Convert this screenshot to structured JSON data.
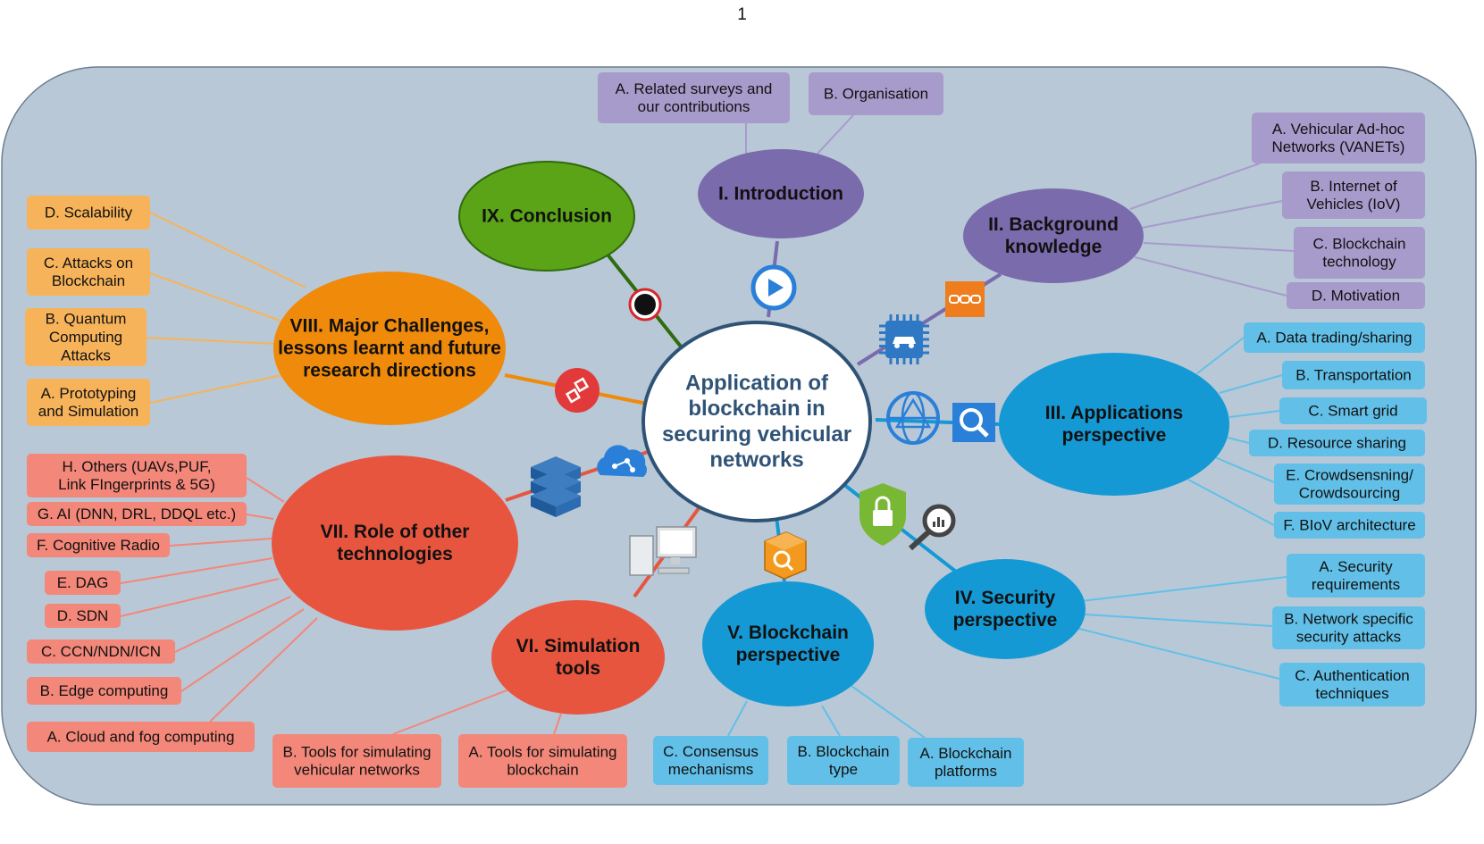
{
  "page_number": "1",
  "colors": {
    "background": "#b8c8d6",
    "frame_stroke": "#6b7d92",
    "center_fill": "#ffffff",
    "center_stroke": "#2f5377",
    "center_text": "#2f5377",
    "purple_node": "#7a6bac",
    "purple_box": "#a79bcb",
    "orange_node": "#f08a0b",
    "orange_box": "#f7b35a",
    "red_node": "#e8553f",
    "red_box": "#f3877a",
    "blue_node": "#1599d4",
    "blue_box": "#62c0e8",
    "green_node": "#5ba417",
    "green_stroke": "#2f6b0f"
  },
  "center": {
    "label": [
      "Application of",
      "blockchain in",
      "securing vehicular",
      "networks"
    ]
  },
  "sections": [
    {
      "id": "introduction",
      "label": [
        "I. Introduction"
      ],
      "color": "purple",
      "items": [
        {
          "label": [
            "A. Related surveys and",
            "our contributions"
          ]
        },
        {
          "label": [
            "B. Organisation"
          ]
        }
      ]
    },
    {
      "id": "background",
      "label": [
        "II. Background",
        "knowledge"
      ],
      "color": "purple",
      "items": [
        {
          "label": [
            "A. Vehicular Ad-hoc",
            "Networks (VANETs)"
          ]
        },
        {
          "label": [
            "B. Internet of",
            "Vehicles (IoV)"
          ]
        },
        {
          "label": [
            "C. Blockchain",
            "technology"
          ]
        },
        {
          "label": [
            "D. Motivation"
          ]
        }
      ]
    },
    {
      "id": "applications",
      "label": [
        "III. Applications",
        "perspective"
      ],
      "color": "blue",
      "items": [
        {
          "label": [
            "A. Data trading/sharing"
          ]
        },
        {
          "label": [
            "B. Transportation"
          ]
        },
        {
          "label": [
            "C. Smart grid"
          ]
        },
        {
          "label": [
            "D. Resource sharing"
          ]
        },
        {
          "label": [
            "E. Crowdsensning/",
            "Crowdsourcing"
          ]
        },
        {
          "label": [
            "F. BIoV architecture"
          ]
        }
      ]
    },
    {
      "id": "security",
      "label": [
        "IV. Security",
        "perspective"
      ],
      "color": "blue",
      "items": [
        {
          "label": [
            "A. Security",
            "requirements"
          ]
        },
        {
          "label": [
            "B. Network specific",
            "security attacks"
          ]
        },
        {
          "label": [
            "C. Authentication",
            "techniques"
          ]
        }
      ]
    },
    {
      "id": "blockchain",
      "label": [
        "V. Blockchain",
        "perspective"
      ],
      "color": "blue",
      "items": [
        {
          "label": [
            "A. Blockchain",
            "platforms"
          ]
        },
        {
          "label": [
            "B. Blockchain",
            "type"
          ]
        },
        {
          "label": [
            "C. Consensus",
            "mechanisms"
          ]
        }
      ]
    },
    {
      "id": "simulation",
      "label": [
        "VI. Simulation",
        "tools"
      ],
      "color": "red",
      "items": [
        {
          "label": [
            "A. Tools for simulating",
            "blockchain"
          ]
        },
        {
          "label": [
            "B. Tools for simulating",
            "vehicular networks"
          ]
        }
      ]
    },
    {
      "id": "technologies",
      "label": [
        "VII. Role of other",
        "technologies"
      ],
      "color": "red",
      "items": [
        {
          "label": [
            "H. Others (UAVs,PUF,",
            "Link FIngerprints & 5G)"
          ]
        },
        {
          "label": [
            "G. AI (DNN, DRL, DDQL etc.)"
          ]
        },
        {
          "label": [
            "F. Cognitive Radio"
          ]
        },
        {
          "label": [
            "E. DAG"
          ]
        },
        {
          "label": [
            "D. SDN"
          ]
        },
        {
          "label": [
            "C. CCN/NDN/ICN"
          ]
        },
        {
          "label": [
            "B. Edge computing"
          ]
        },
        {
          "label": [
            "A. Cloud and fog computing"
          ]
        }
      ]
    },
    {
      "id": "challenges",
      "label": [
        "VIII. Major Challenges,",
        "lessons learnt and future",
        "research directions"
      ],
      "color": "orange",
      "items": [
        {
          "label": [
            "D. Scalability"
          ]
        },
        {
          "label": [
            "C. Attacks on",
            "Blockchain"
          ]
        },
        {
          "label": [
            "B. Quantum",
            "Computing",
            "Attacks"
          ]
        },
        {
          "label": [
            "A. Prototyping",
            "and Simulation"
          ]
        }
      ]
    },
    {
      "id": "conclusion",
      "label": [
        "IX. Conclusion"
      ],
      "color": "green",
      "items": []
    }
  ],
  "icons": [
    "play-icon",
    "chain-link-icon",
    "car-chip-icon",
    "network-globe-icon",
    "magnifier-icon",
    "shield-lock-icon",
    "analytics-magnifier-icon",
    "package-search-icon",
    "computer-icon",
    "cloud-circuit-icon",
    "database-icon",
    "blockchain-node-icon",
    "record-dot-icon"
  ]
}
